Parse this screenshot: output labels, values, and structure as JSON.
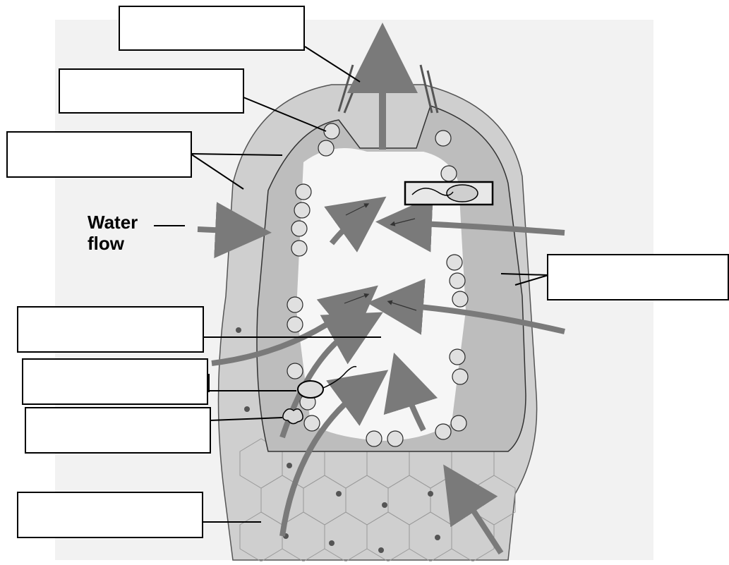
{
  "diagram": {
    "water_flow_label": "Water\nflow",
    "colors": {
      "background_panel": "#f2f2f2",
      "body_wall": "#cfcfcf",
      "inner_wall": "#bdbdbd",
      "spongocoel": "#f6f6f6",
      "arrow": "#7a7a7a",
      "cell": "#e0e0e0",
      "outline": "#2a2a2a"
    },
    "label_boxes": [
      {
        "name": "label-box-osculum",
        "text": ""
      },
      {
        "name": "label-box-spicules",
        "text": ""
      },
      {
        "name": "label-box-porocytes",
        "text": ""
      },
      {
        "name": "label-box-choanocytes",
        "text": ""
      },
      {
        "name": "label-box-spongocoel",
        "text": ""
      },
      {
        "name": "label-box-choanocyte-cell",
        "text": ""
      },
      {
        "name": "label-box-amoebocyte",
        "text": ""
      },
      {
        "name": "label-box-epidermis",
        "text": ""
      }
    ]
  }
}
